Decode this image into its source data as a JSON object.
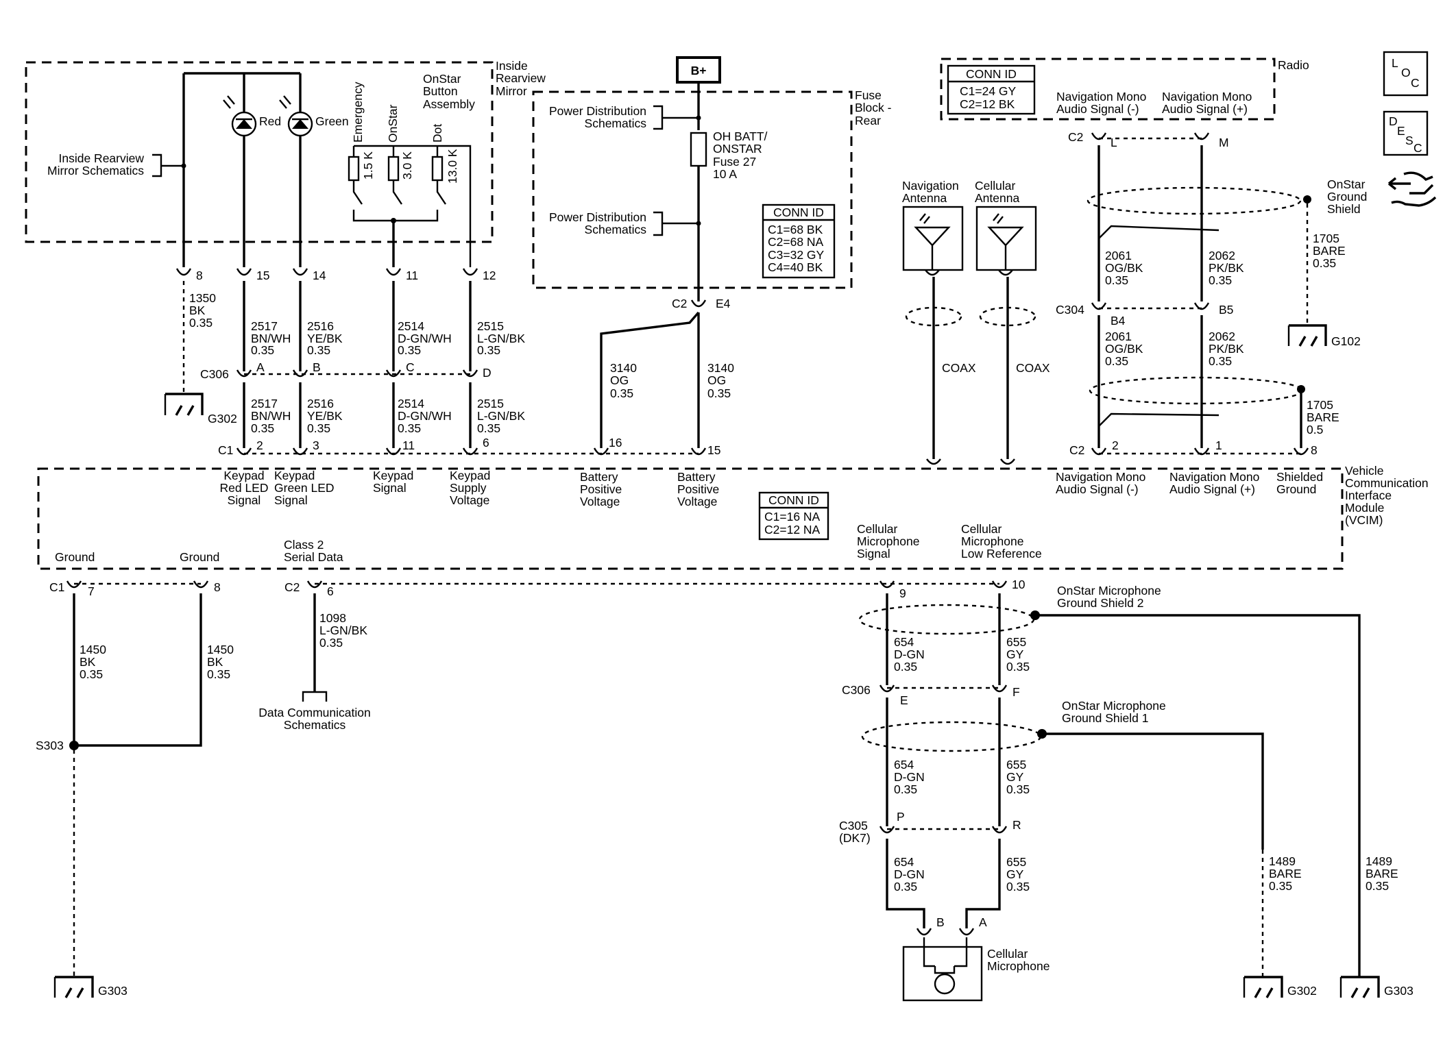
{
  "mirror": {
    "title": [
      "Inside",
      "Rearview",
      "Mirror"
    ],
    "schem": [
      "Inside Rearview",
      "Mirror Schematics"
    ],
    "led_red": "Red",
    "led_green": "Green",
    "btn_assembly": [
      "OnStar",
      "Button",
      "Assembly"
    ],
    "switches": [
      "Emergency",
      "OnStar",
      "Dot"
    ],
    "resistors": [
      "1.5 K",
      "3.0 K",
      "13.0 K"
    ],
    "pins": [
      "8",
      "15",
      "14",
      "11",
      "12"
    ],
    "gnd_wire": [
      "1350",
      "BK",
      "0.35"
    ],
    "ground": "G302"
  },
  "c306_top": {
    "label": "C306",
    "pins": [
      "A",
      "B",
      "C",
      "D"
    ],
    "wires_above": [
      [
        "2517",
        "BN/WH",
        "0.35"
      ],
      [
        "2516",
        "YE/BK",
        "0.35"
      ],
      [
        "2514",
        "D-GN/WH",
        "0.35"
      ],
      [
        "2515",
        "L-GN/BK",
        "0.35"
      ]
    ],
    "wires_below": [
      [
        "2517",
        "BN/WH",
        "0.35"
      ],
      [
        "2516",
        "YE/BK",
        "0.35"
      ],
      [
        "2514",
        "D-GN/WH",
        "0.35"
      ],
      [
        "2515",
        "L-GN/BK",
        "0.35"
      ]
    ]
  },
  "fuse_block": {
    "bplus": "B+",
    "title": [
      "Fuse",
      "Block -",
      "Rear"
    ],
    "pd1": [
      "Power Distribution",
      "Schematics"
    ],
    "pd2": [
      "Power Distribution",
      "Schematics"
    ],
    "fuse": [
      "OH BATT/",
      "ONSTAR",
      "Fuse 27",
      "10 A"
    ],
    "conn_header": "CONN ID",
    "conn": [
      "C1=68 BK",
      "C2=68 NA",
      "C3=32 GY",
      "C4=40 BK"
    ],
    "c2": "C2",
    "e4": "E4",
    "wire_a": [
      "3140",
      "OG",
      "0.35"
    ],
    "wire_b": [
      "3140",
      "OG",
      "0.35"
    ]
  },
  "antennas": {
    "nav": [
      "Navigation",
      "Antenna"
    ],
    "cell": [
      "Cellular",
      "Antenna"
    ],
    "coax1": "COAX",
    "coax2": "COAX"
  },
  "radio": {
    "title": "Radio",
    "conn_header": "CONN ID",
    "conn": [
      "C1=24 GY",
      "C2=12 BK"
    ],
    "sig_neg": [
      "Navigation Mono",
      "Audio Signal (-)"
    ],
    "sig_pos": [
      "Navigation Mono",
      "Audio Signal (+)"
    ],
    "c2": "C2",
    "pin_l": "L",
    "pin_m": "M",
    "shield": [
      "OnStar",
      "Ground",
      "Shield"
    ],
    "shield_wire1": [
      "1705",
      "BARE",
      "0.35"
    ],
    "ground": "G102",
    "w2061a": [
      "2061",
      "OG/BK",
      "0.35"
    ],
    "w2062a": [
      "2062",
      "PK/BK",
      "0.35"
    ],
    "c304": "C304",
    "pin_b4": "B4",
    "pin_b5": "B5",
    "w2061b": [
      "2061",
      "OG/BK",
      "0.35"
    ],
    "w2062b": [
      "2062",
      "PK/BK",
      "0.35"
    ],
    "shield_wire2": [
      "1705",
      "BARE",
      "0.5"
    ]
  },
  "icons": {
    "loc": [
      "L",
      "O",
      "C"
    ],
    "desc": [
      "D",
      "E",
      "S",
      "C"
    ]
  },
  "vcim": {
    "title": [
      "Vehicle",
      "Communication",
      "Interface",
      "Module",
      "(VCIM)"
    ],
    "c1": "C1",
    "top_pins": [
      "2",
      "3",
      "11",
      "6",
      "16",
      "15"
    ],
    "right_c2": "C2",
    "right_pins": [
      "2",
      "1",
      "8"
    ],
    "labels_top": [
      [
        "Keypad",
        "Red LED",
        "Signal"
      ],
      [
        "Keypad",
        "Green LED",
        "Signal"
      ],
      [
        "Keypad",
        "Signal"
      ],
      [
        "Keypad",
        "Supply",
        "Voltage"
      ],
      [
        "Battery",
        "Positive",
        "Voltage"
      ],
      [
        "Battery",
        "Positive",
        "Voltage"
      ],
      [
        "Navigation Mono",
        "Audio Signal (-)"
      ],
      [
        "Navigation Mono",
        "Audio Signal (+)"
      ],
      [
        "Shielded",
        "Ground"
      ]
    ],
    "conn_header": "CONN ID",
    "conn": [
      "C1=16 NA",
      "C2=12 NA"
    ],
    "labels_bottom": [
      [
        "Ground"
      ],
      [
        "Ground"
      ],
      [
        "Class 2",
        "Serial Data"
      ],
      [
        "Cellular",
        "Microphone",
        "Signal"
      ],
      [
        "Cellular",
        "Microphone",
        "Low Reference"
      ]
    ],
    "bottom_c1": "C1",
    "bottom_c2": "C2",
    "bottom_pins": [
      "7",
      "8",
      "6",
      "9",
      "10"
    ]
  },
  "lower_left": {
    "w1450a": [
      "1450",
      "BK",
      "0.35"
    ],
    "w1450b": [
      "1450",
      "BK",
      "0.35"
    ],
    "splice": "S303",
    "ground": "G303",
    "w1098": [
      "1098",
      "L-GN/BK",
      "0.35"
    ],
    "data_comm": [
      "Data Communication",
      "Schematics"
    ]
  },
  "mic": {
    "shield2": [
      "OnStar Microphone",
      "Ground Shield 2"
    ],
    "shield1": [
      "OnStar Microphone",
      "Ground Shield 1"
    ],
    "w654a": [
      "654",
      "D-GN",
      "0.35"
    ],
    "w655a": [
      "655",
      "GY",
      "0.35"
    ],
    "c306": "C306",
    "pin_e": "E",
    "pin_f": "F",
    "w654b": [
      "654",
      "D-GN",
      "0.35"
    ],
    "w655b": [
      "655",
      "GY",
      "0.35"
    ],
    "c305": [
      "C305",
      "(DK7)"
    ],
    "pin_p": "P",
    "pin_r": "R",
    "w654c": [
      "654",
      "D-GN",
      "0.35"
    ],
    "w655c": [
      "655",
      "GY",
      "0.35"
    ],
    "pin_b": "B",
    "pin_a": "A",
    "title": [
      "Cellular",
      "Microphone"
    ],
    "w1489a": [
      "1489",
      "BARE",
      "0.35"
    ],
    "w1489b": [
      "1489",
      "BARE",
      "0.35"
    ],
    "g302": "G302",
    "g303": "G303"
  }
}
